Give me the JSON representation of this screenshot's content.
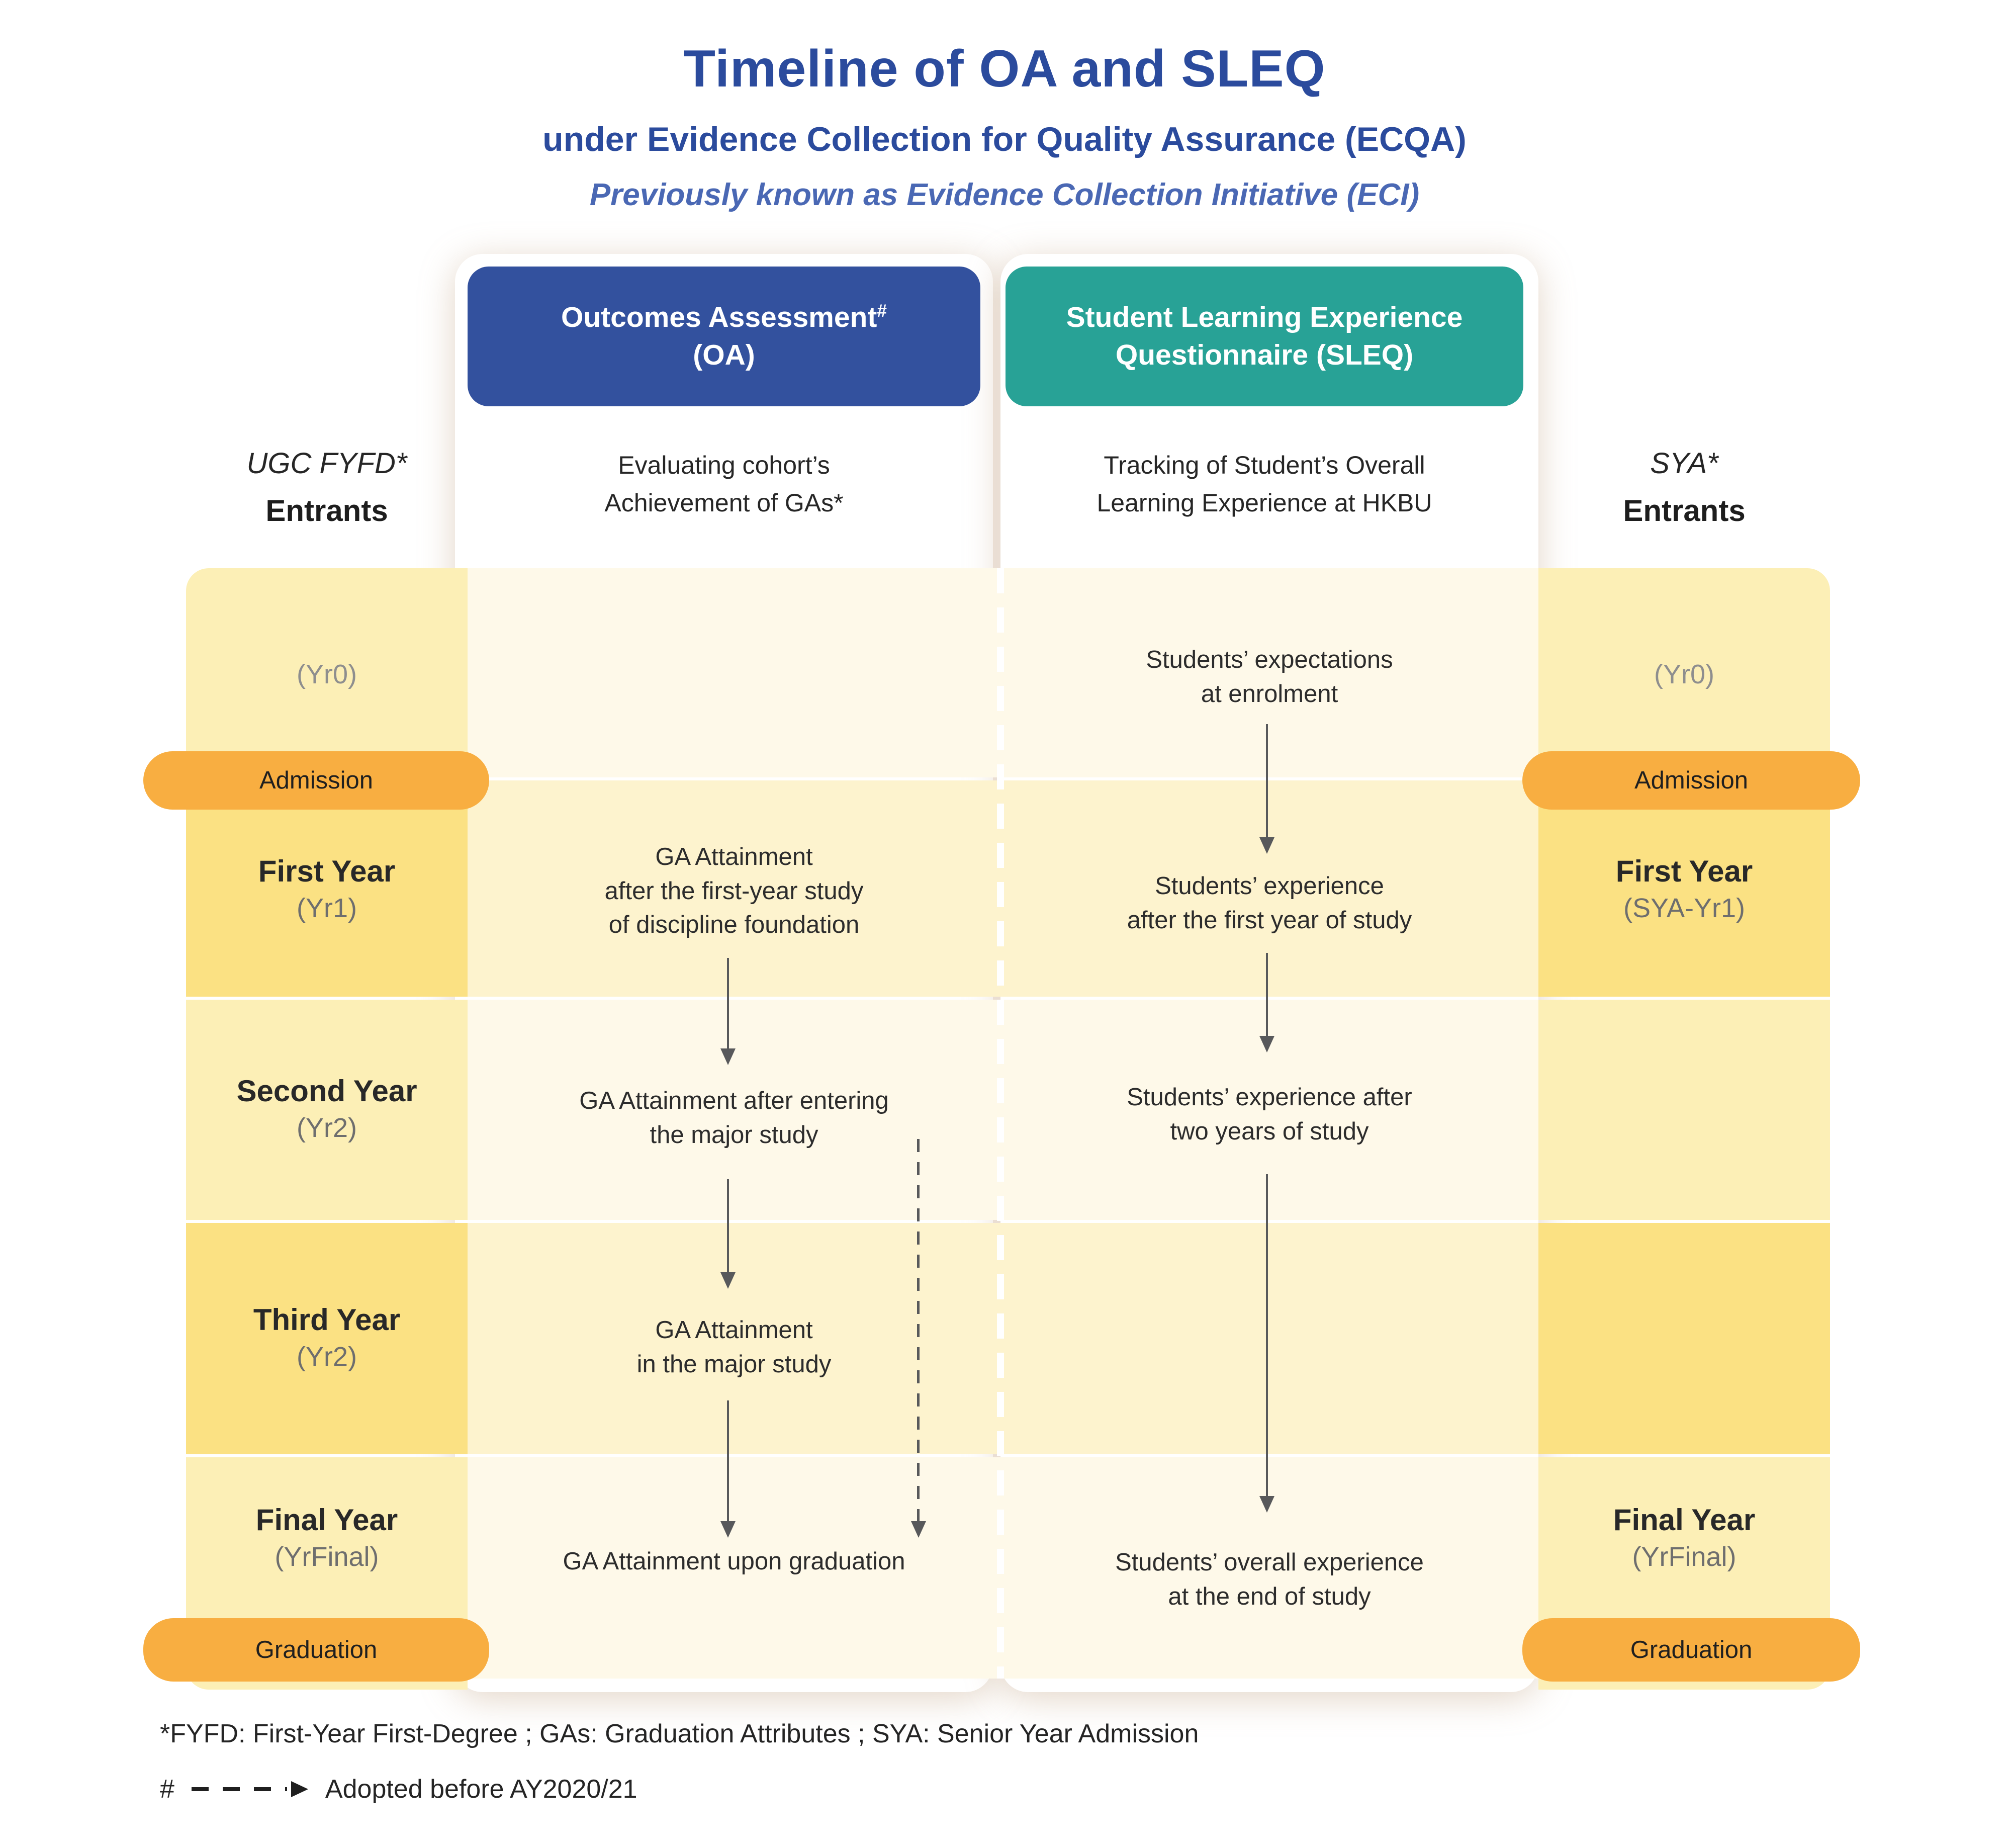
{
  "title": {
    "main": "Timeline of OA and SLEQ",
    "sub": "under Evidence Collection for Quality Assurance (ECQA)",
    "note": "Previously known as Evidence Collection Initiative (ECI)"
  },
  "headers": {
    "oa": {
      "line1": "Outcomes Assessment",
      "sup": "#",
      "line2": "(OA)",
      "desc1": "Evaluating cohort’s",
      "desc2": "Achievement of GAs*"
    },
    "sleq": {
      "line1": "Student Learning Experience",
      "line2": "Questionnaire (SLEQ)",
      "desc1": "Tracking of Student’s Overall",
      "desc2": "Learning Experience at HKBU"
    }
  },
  "entrants": {
    "left": {
      "top": "UGC FYFD*",
      "bottom": "Entrants"
    },
    "right": {
      "top": "SYA*",
      "bottom": "Entrants"
    }
  },
  "pills": {
    "admission": "Admission",
    "graduation": "Graduation"
  },
  "rows": {
    "left": [
      {
        "title": "",
        "sub": "(Yr0)"
      },
      {
        "title": "First Year",
        "sub": "(Yr1)"
      },
      {
        "title": "Second Year",
        "sub": "(Yr2)"
      },
      {
        "title": "Third Year",
        "sub": "(Yr2)"
      },
      {
        "title": "Final Year",
        "sub": "(YrFinal)"
      }
    ],
    "right": [
      {
        "title": "",
        "sub": "(Yr0)"
      },
      {
        "title": "First Year",
        "sub": "(SYA-Yr1)"
      },
      {
        "title": "Final Year",
        "sub": "(YrFinal)"
      }
    ]
  },
  "cells": {
    "oa": {
      "first": [
        "GA Attainment",
        "after the first-year study",
        "of discipline foundation"
      ],
      "second": [
        "GA Attainment after entering",
        "the major study"
      ],
      "third": [
        "GA Attainment",
        "in the major study"
      ],
      "final": [
        "GA Attainment upon graduation"
      ]
    },
    "sleq": {
      "yr0": [
        "Students’ expectations",
        "at enrolment"
      ],
      "first": [
        "Students’ experience",
        "after the first year of study"
      ],
      "second": [
        "Students’ experience after",
        "two years of study"
      ],
      "final": [
        "Students’ overall experience",
        "at the end of  study"
      ]
    }
  },
  "footnotes": {
    "line1": "*FYFD: First-Year First-Degree ; GAs: Graduation Attributes ; SYA: Senior Year Admission",
    "hash": "#",
    "line2": "Adopted before AY2020/21"
  },
  "colors": {
    "title_blue": "#2b4b9d",
    "note_blue": "#4a68b4",
    "oa_header": "#33519e",
    "sleq_header": "#28a296",
    "pill_orange": "#f8ae41",
    "outer_row_light": "#fcefb6",
    "outer_row_dark": "#fbe183",
    "inner_row_light": "#fef9e9",
    "inner_row_dark": "#fdf3ce",
    "arrow_gray": "#58595b"
  }
}
